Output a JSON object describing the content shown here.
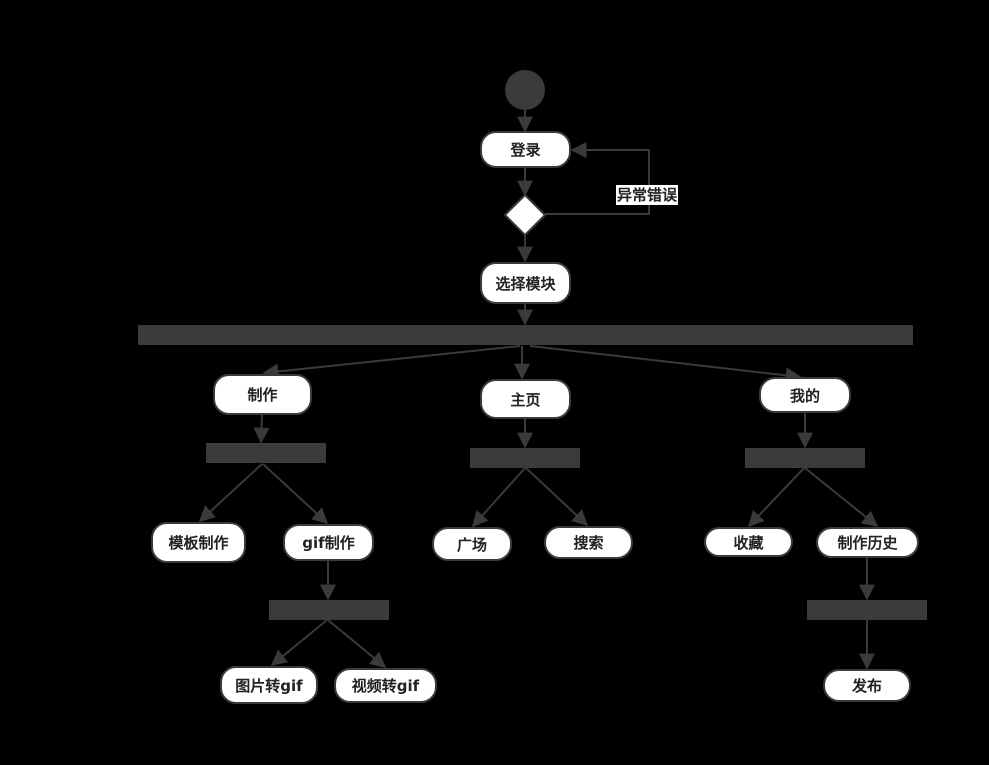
{
  "diagram": {
    "nodes": {
      "login": "登录",
      "select_module": "选择模块",
      "make": "制作",
      "home": "主页",
      "mine": "我的",
      "template_make": "模板制作",
      "gif_make": "gif制作",
      "plaza": "广场",
      "search": "搜索",
      "favorites": "收藏",
      "make_history": "制作历史",
      "image_to_gif": "图片转gif",
      "video_to_gif": "视频转gif",
      "publish": "发布"
    },
    "edge_labels": {
      "error": "异常错误"
    }
  },
  "colors": {
    "background": "#000000",
    "node_fill": "#ffffff",
    "stroke": "#3a3a3a",
    "bar": "#3b3b3b",
    "text": "#222222"
  }
}
